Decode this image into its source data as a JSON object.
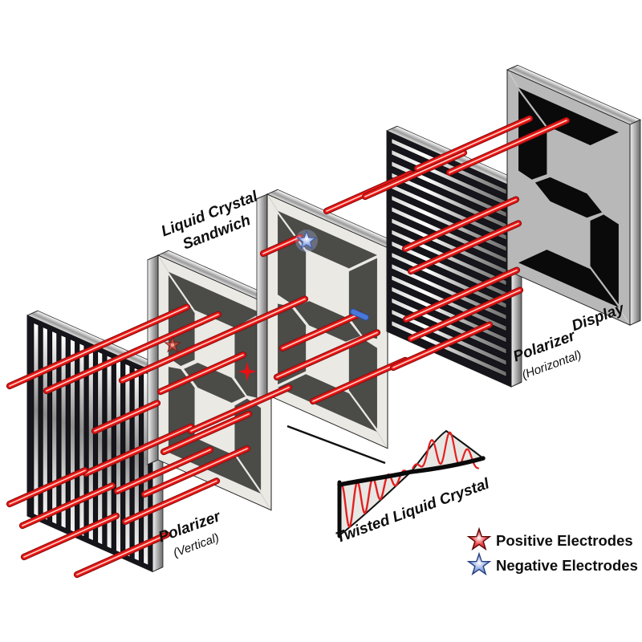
{
  "labels": {
    "sandwich_line1": "Liquid Crystal",
    "sandwich_line2": "Sandwich",
    "polarizer_vertical": "Polarizer",
    "polarizer_vertical_sub": "(Vertical)",
    "polarizer_horizontal": "Polarizer",
    "polarizer_horizontal_sub": "(Horizontal)",
    "display": "Display",
    "twisted": "Twisted Liquid Crystal"
  },
  "legend": {
    "positive": "Positive Electrodes",
    "negative": "Negative Electrodes",
    "positive_color": "#d42020",
    "negative_color": "#6e8bd8"
  },
  "digits": {
    "sandwich_front": "8",
    "sandwich_back": "8",
    "display": "5"
  },
  "colors": {
    "ray": "#ea1616",
    "ray_edge": "#8c0d0d",
    "ray_core": "#ffd3c6",
    "panel_face": "#eae9e4",
    "segment_dark": "#4b4b48",
    "display_face": "#b8b8b8",
    "display_segment": "#0a0a0a",
    "polarizer_face": "#15151b",
    "wave": "#e32020",
    "background": "#ffffff"
  }
}
